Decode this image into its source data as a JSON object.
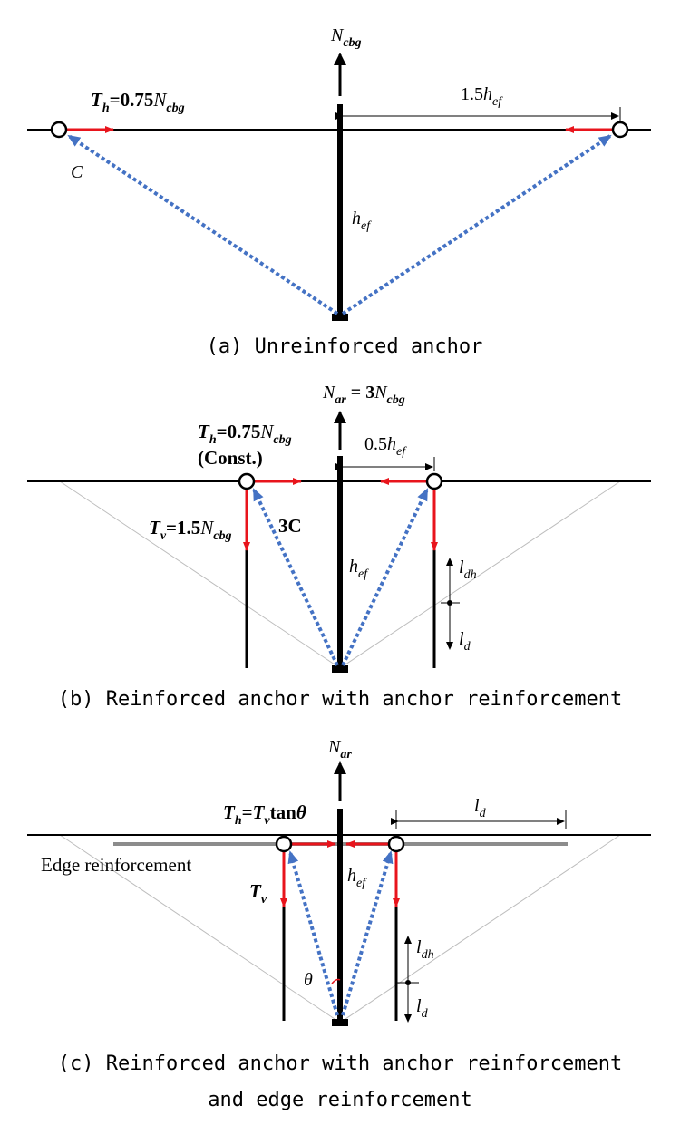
{
  "panel_a": {
    "top_force": {
      "base": "N",
      "sub": "cbg"
    },
    "th": {
      "base": "T",
      "sub": "h",
      "rest": "=0.75",
      "base2": "N",
      "sub2": "cbg"
    },
    "spacing": {
      "prefix": "1.5",
      "base": "h",
      "sub": "ef"
    },
    "strut": "C",
    "depth": {
      "base": "h",
      "sub": "ef"
    },
    "caption": "(a) Unreinforced anchor"
  },
  "panel_b": {
    "top_force": {
      "base": "N",
      "sub": "ar",
      "rest": " = 3",
      "base2": "N",
      "sub2": "cbg"
    },
    "th": {
      "base": "T",
      "sub": "h",
      "rest": "=0.75",
      "base2": "N",
      "sub2": "cbg"
    },
    "const": "(Const.)",
    "tv": {
      "base": "T",
      "sub": "v",
      "rest": "=1.5",
      "base2": "N",
      "sub2": "cbg"
    },
    "strut": "3C",
    "spacing": {
      "prefix": "0.5",
      "base": "h",
      "sub": "ef"
    },
    "depth": {
      "base": "h",
      "sub": "ef"
    },
    "ldh": {
      "base": "l",
      "sub": "dh"
    },
    "ld": {
      "base": "l",
      "sub": "d"
    },
    "caption": "(b) Reinforced anchor with anchor reinforcement"
  },
  "panel_c": {
    "top_force": {
      "base": "N",
      "sub": "ar"
    },
    "th": {
      "base": "T",
      "sub": "h",
      "rest": "=",
      "base2": "T",
      "sub2": "v",
      "rest2": "tan",
      "theta": "θ"
    },
    "edge_label": "Edge reinforcement",
    "tv": {
      "base": "T",
      "sub": "v"
    },
    "depth": {
      "base": "h",
      "sub": "ef"
    },
    "ld_top": {
      "base": "l",
      "sub": "d"
    },
    "ldh": {
      "base": "l",
      "sub": "dh"
    },
    "ld": {
      "base": "l",
      "sub": "d"
    },
    "theta": "θ",
    "caption_line1": "(c) Reinforced anchor with anchor reinforcement",
    "caption_line2": "and edge reinforcement"
  },
  "colors": {
    "force_red": "#e8141c",
    "strut_blue": "#4472c4",
    "rebar_gray": "#8c8c8c",
    "cone_gray": "#bdbdbd"
  }
}
